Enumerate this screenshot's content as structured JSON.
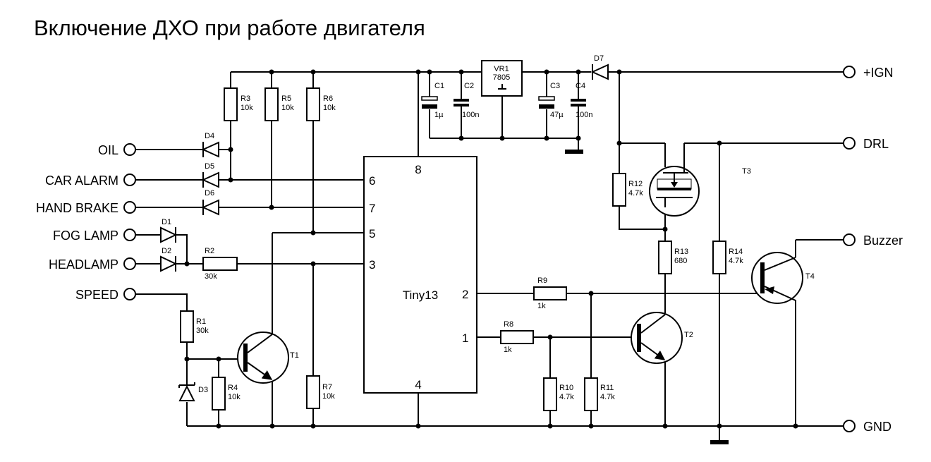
{
  "title": "Включение ДХО при работе двигателя",
  "inputs": {
    "oil": "OIL",
    "car_alarm": "CAR ALARM",
    "hand_brake": "HAND BRAKE",
    "fog_lamp": "FOG LAMP",
    "headlamp": "HEADLAMP",
    "speed": "SPEED"
  },
  "outputs": {
    "ign": "+IGN",
    "drl": "DRL",
    "buzzer": "Buzzer",
    "gnd": "GND"
  },
  "mcu": {
    "name": "Tiny13",
    "pin8": "8",
    "pin6": "6",
    "pin7": "7",
    "pin5": "5",
    "pin3": "3",
    "pin2": "2",
    "pin1": "1",
    "pin4": "4"
  },
  "regulator": {
    "ref": "VR1",
    "part": "7805"
  },
  "resistors": {
    "r1": {
      "ref": "R1",
      "value": "30k"
    },
    "r2": {
      "ref": "R2",
      "value": "30k"
    },
    "r3": {
      "ref": "R3",
      "value": "10k"
    },
    "r4": {
      "ref": "R4",
      "value": "10k"
    },
    "r5": {
      "ref": "R5",
      "value": "10k"
    },
    "r6": {
      "ref": "R6",
      "value": "10k"
    },
    "r7": {
      "ref": "R7",
      "value": "10k"
    },
    "r8": {
      "ref": "R8",
      "value": "1k"
    },
    "r9": {
      "ref": "R9",
      "value": "1k"
    },
    "r10": {
      "ref": "R10",
      "value": "4.7k"
    },
    "r11": {
      "ref": "R11",
      "value": "4.7k"
    },
    "r12": {
      "ref": "R12",
      "value": "4.7k"
    },
    "r13": {
      "ref": "R13",
      "value": "680"
    },
    "r14": {
      "ref": "R14",
      "value": "4.7k"
    }
  },
  "capacitors": {
    "c1": {
      "ref": "C1",
      "value": "1µ"
    },
    "c2": {
      "ref": "C2",
      "value": "100n"
    },
    "c3": {
      "ref": "C3",
      "value": "47µ"
    },
    "c4": {
      "ref": "C4",
      "value": "100n"
    }
  },
  "diodes": {
    "d1": "D1",
    "d2": "D2",
    "d3": "D3",
    "d4": "D4",
    "d5": "D5",
    "d6": "D6",
    "d7": "D7"
  },
  "transistors": {
    "t1": "T1",
    "t2": "T2",
    "t3": "T3",
    "t4": "T4"
  }
}
